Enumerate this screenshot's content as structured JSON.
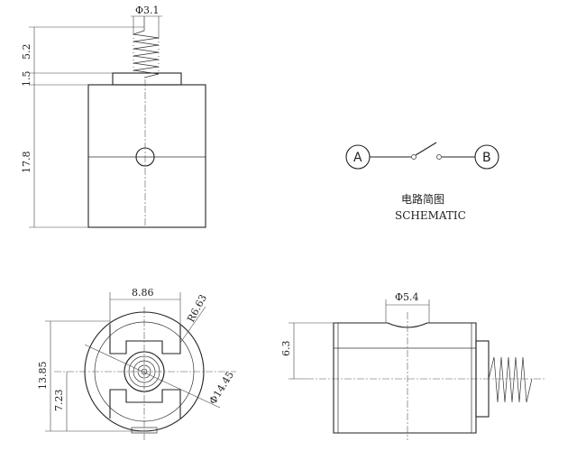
{
  "dimensions": {
    "spring_dia": "Φ3.1",
    "h_5_2": "5.2",
    "h_1_5": "1.5",
    "h_17_8": "17.8",
    "w_8_86": "8.86",
    "r_6_63": "R6.63",
    "h_13_85": "13.85",
    "h_7_23": "7.23",
    "dia_14_45": "Φ14.45",
    "dia_5_4": "Φ5.4",
    "h_6_3": "6.3"
  },
  "schematic": {
    "node_a": "A",
    "node_b": "B",
    "title_cn": "电路简图",
    "title_en": "SCHEMATIC"
  }
}
